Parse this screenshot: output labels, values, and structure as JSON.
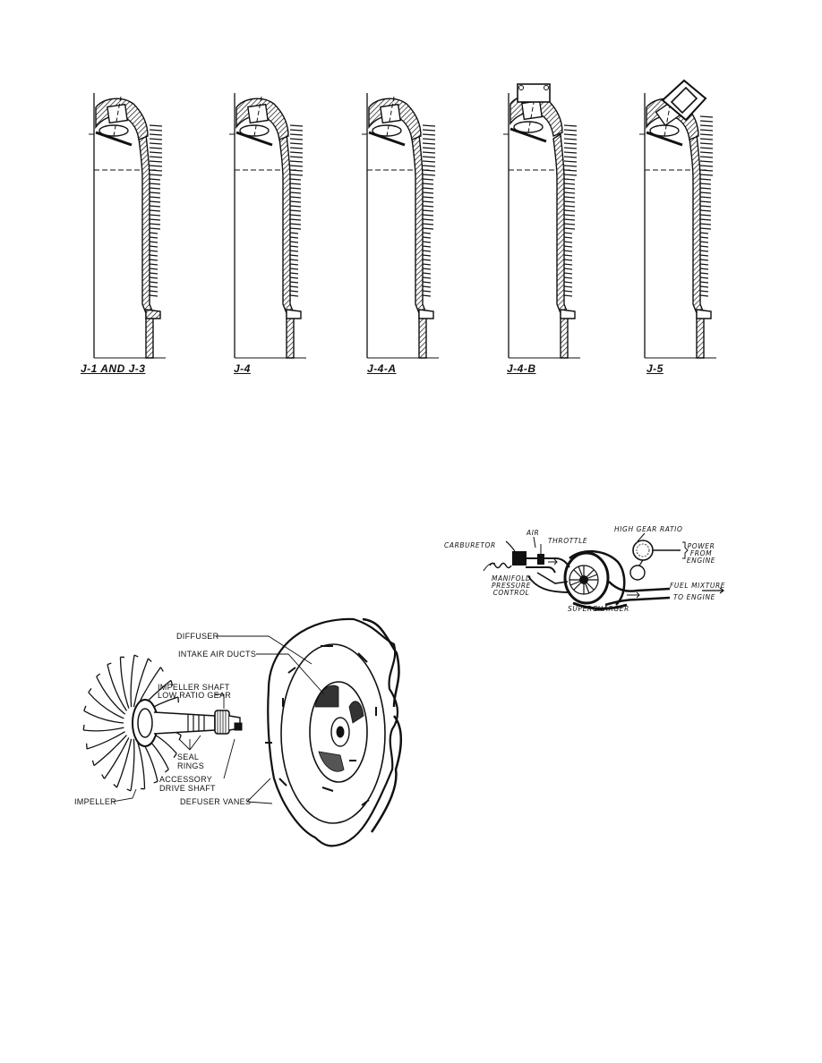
{
  "cylinders": [
    {
      "label": "J-1 AND J-3"
    },
    {
      "label": "J-4"
    },
    {
      "label": "J-4-A"
    },
    {
      "label": "J-4-B"
    },
    {
      "label": "J-5"
    }
  ],
  "supercharger": {
    "carburetor": "CARBURETOR",
    "air": "AIR",
    "throttle": "THROTTLE",
    "high_gear_ratio": "HIGH GEAR RATIO",
    "manifold_line1": "MANIFOLD",
    "manifold_line2": "PRESSURE",
    "manifold_line3": "CONTROL",
    "power_line1": "POWER",
    "power_line2": "FROM",
    "power_line3": "ENGINE",
    "fuel_mixture": "FUEL MIXTURE",
    "to_engine": "TO ENGINE",
    "supercharger": "SUPERCHARGER"
  },
  "impeller_assembly": {
    "diffuser": "DIFFUSER",
    "intake_air_ducts": "INTAKE AIR DUCTS",
    "impeller_shaft": "IMPELLER SHAFT",
    "low_ratio_gear": "LOW RATIO GEAR",
    "seal_line1": "SEAL",
    "seal_line2": "RINGS",
    "accessory_line1": "ACCESSORY",
    "accessory_line2": "DRIVE SHAFT",
    "impeller": "IMPELLER",
    "defuser_vanes": "DEFUSER VANES"
  }
}
